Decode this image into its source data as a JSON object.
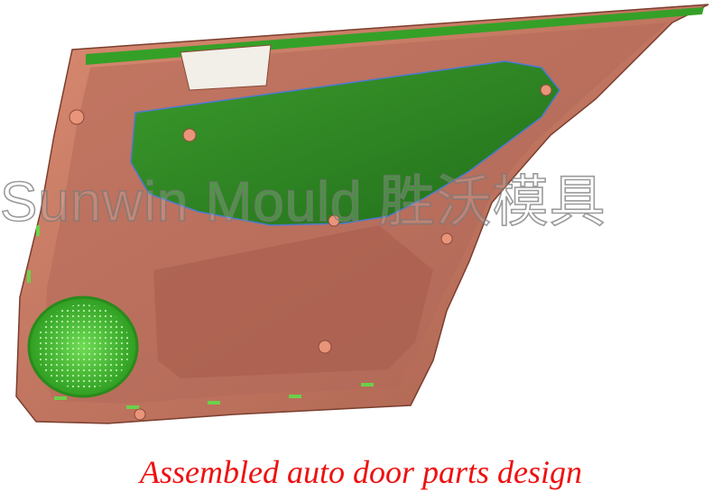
{
  "image": {
    "subject": "Assembled auto door trim panel 3D render",
    "colors": {
      "panel": "#c77a62",
      "panel_light": "#e8957a",
      "panel_dark": "#8c4a38",
      "insert_green": "#2e8b24",
      "speaker_green": "#3fc02e",
      "caption_red": "#ee1111"
    }
  },
  "watermark": {
    "text": "Sunwin Mould 胜沃模具"
  },
  "caption": {
    "text": "Assembled auto door parts design"
  }
}
